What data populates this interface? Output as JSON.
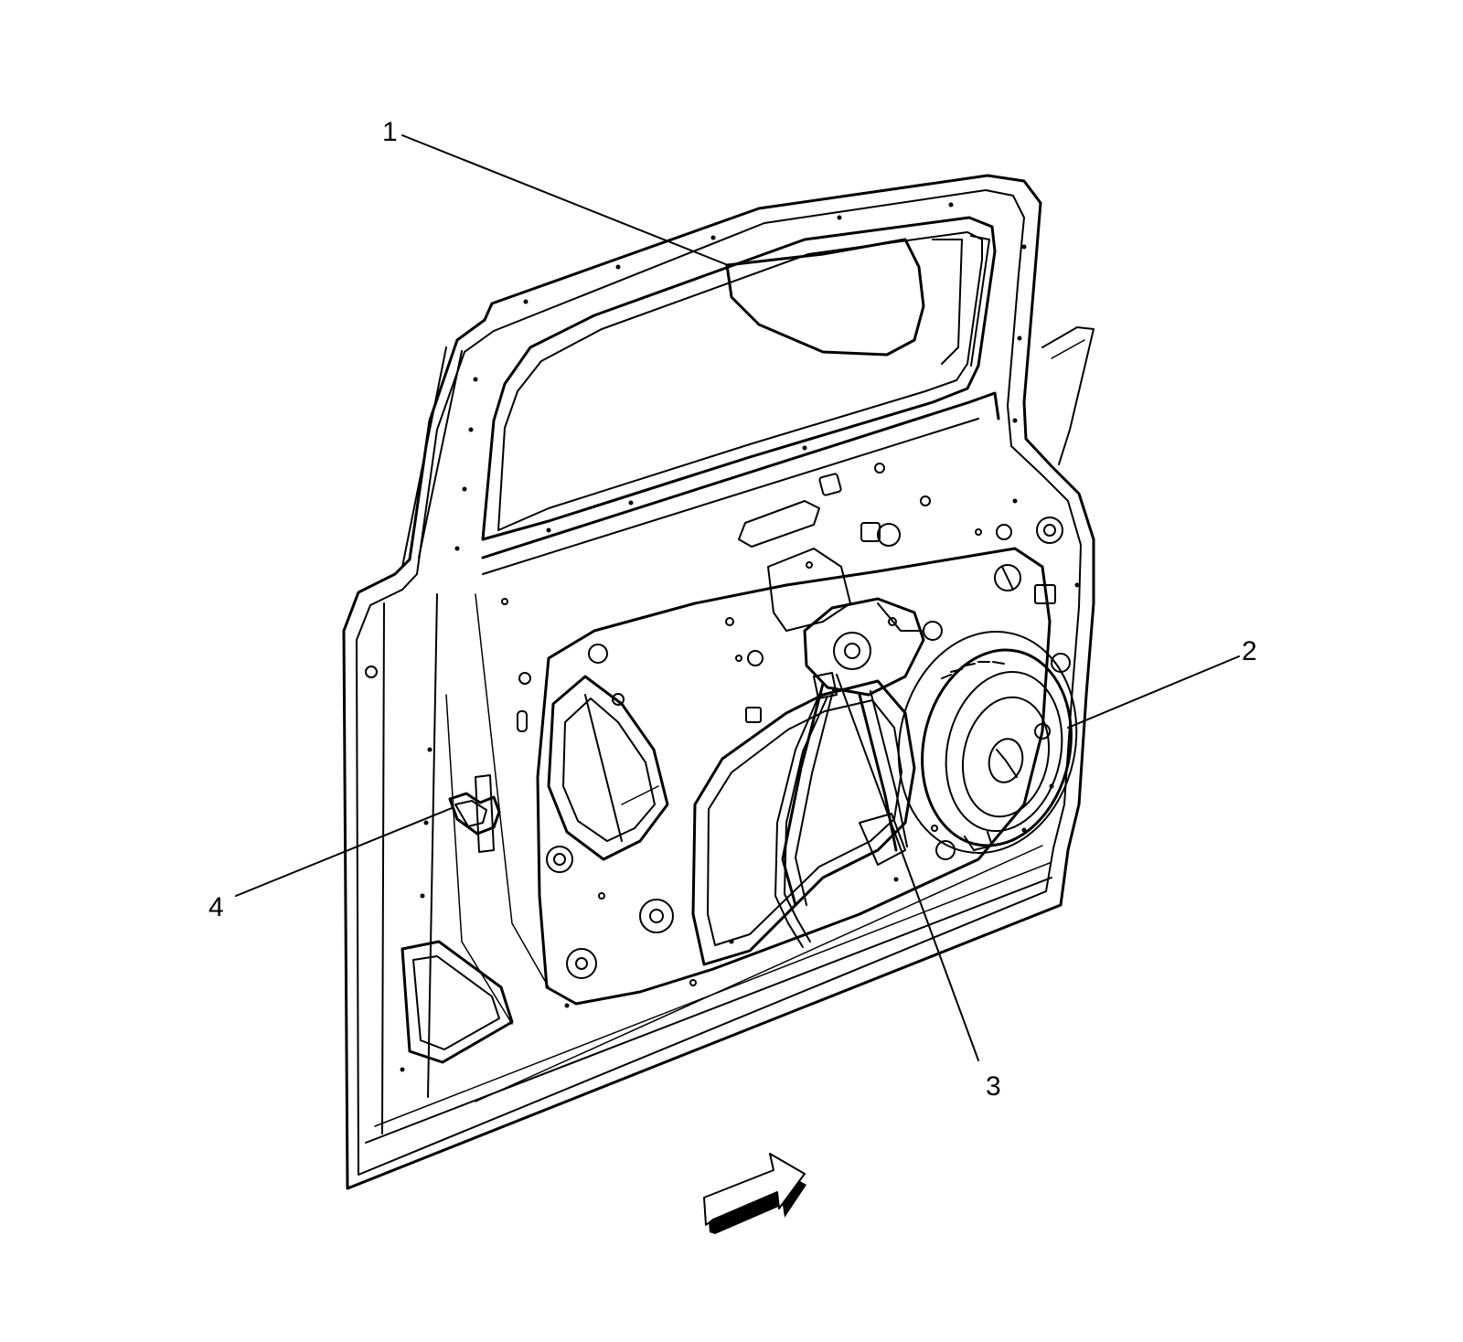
{
  "colors": {
    "ink": "#000000",
    "paper": "#ffffff"
  },
  "callouts": [
    {
      "id": "1",
      "label": "1"
    },
    {
      "id": "2",
      "label": "2"
    },
    {
      "id": "3",
      "label": "3"
    },
    {
      "id": "4",
      "label": "4"
    }
  ],
  "icons": {
    "view_direction": "view-direction-arrow-icon"
  }
}
